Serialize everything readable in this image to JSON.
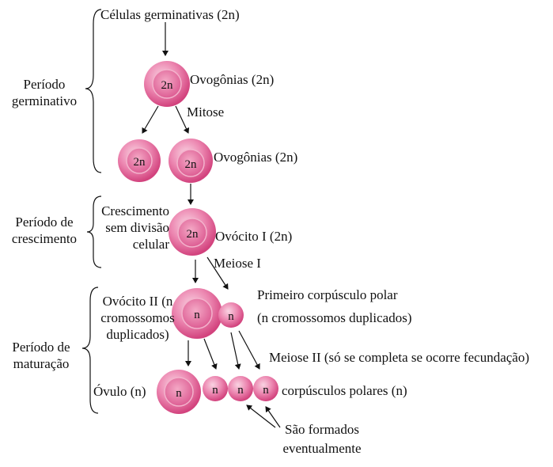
{
  "labels": {
    "celulas_germinativas": "Células germinativas (2n)",
    "ovogonias_top": "Ovogônias (2n)",
    "mitose": "Mitose",
    "ovogonias_mid": "Ovogônias (2n)",
    "crescimento_line1": "Crescimento",
    "crescimento_line2": "sem divisão",
    "crescimento_line3": "celular",
    "ovocito_i": "Ovócito I (2n)",
    "meiose_i": "Meiose I",
    "ovocito_ii_line1": "Ovócito II (n",
    "ovocito_ii_line2": "cromossomos",
    "ovocito_ii_line3": "duplicados)",
    "primeiro_line1": "Primeiro corpúsculo polar",
    "primeiro_line2": "(n cromossomos duplicados)",
    "meiose_ii": "Meiose II (só se completa se ocorre fecundação)",
    "ovulo": "Óvulo (n)",
    "corpusculos": "corpúsculos polares (n)",
    "sao_formados_line1": "São formados",
    "sao_formados_line2": "eventualmente"
  },
  "periods": {
    "germinativo_line1": "Período",
    "germinativo_line2": "germinativo",
    "crescimento_line1": "Período de",
    "crescimento_line2": "crescimento",
    "maturacao_line1": "Período de",
    "maturacao_line2": "maturação"
  },
  "cells": {
    "label_2n": "2n",
    "label_n": "n"
  },
  "colors": {
    "cell_outer": "#e87aa6",
    "cell_inner": "#d94f8a",
    "cell_highlight": "#f7c3d8",
    "arrow": "#111111"
  }
}
